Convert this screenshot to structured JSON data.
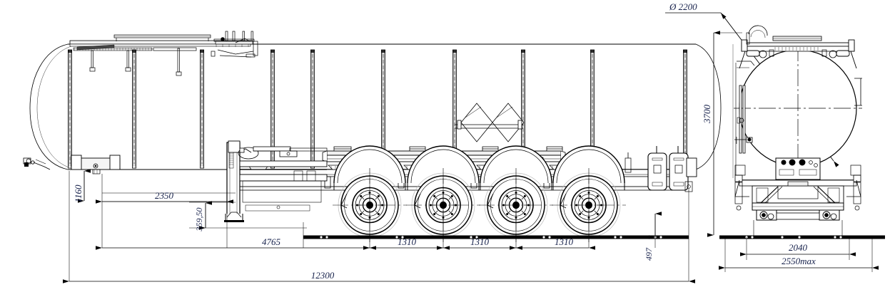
{
  "drawing": {
    "title": "Semi-trailer log/tank carrier general arrangement",
    "views": {
      "side": {
        "name": "side-elevation-view"
      },
      "rear": {
        "name": "rear-elevation-view"
      }
    },
    "colors": {
      "dimension_text": "#16214b",
      "line": "#000000",
      "thin_line": "#333333",
      "background": "#ffffff"
    }
  },
  "dimensions": {
    "diameter_label": "Ø 2200",
    "height_overall": "3700",
    "deck_height": "1160",
    "kingpin_offset": "2350",
    "swing_clearance": "359,50",
    "front_to_first_axle": "4765",
    "axle_spacing_1": "1310",
    "axle_spacing_2": "1310",
    "axle_spacing_3": "1310",
    "rear_overhang": "497",
    "overall_length": "12300",
    "track_width": "2040",
    "overall_width": "2550max"
  },
  "labels": {
    "diameter": "Ø 2200",
    "total_height": "3700",
    "platform_height": "1160",
    "front_dim": "2350",
    "small_vertical": "359,50",
    "wheelbase_front": "4765",
    "spacing_a": "1310",
    "spacing_b": "1310",
    "spacing_c": "1310",
    "rear_height": "497",
    "length": "12300",
    "inner_width": "2040",
    "max_width": "2550max"
  }
}
